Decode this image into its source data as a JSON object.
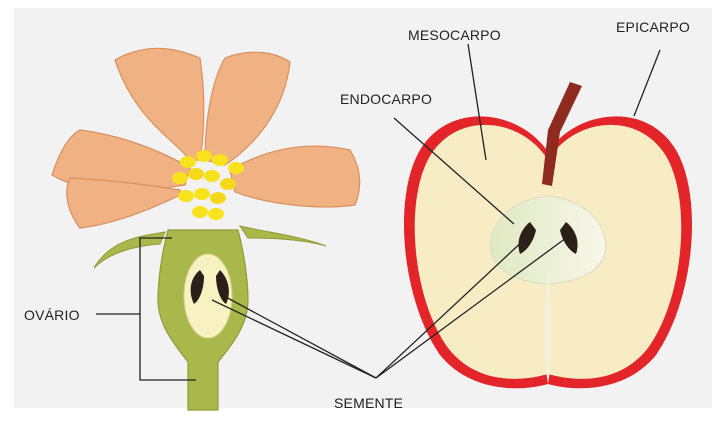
{
  "labels": {
    "mesocarpo": "MESOCARPO",
    "epicarpo": "EPICARPO",
    "endocarpo": "ENDOCARPO",
    "ovario": "OVÁRIO",
    "semente": "SEMENTE"
  },
  "colors": {
    "background": "#f2f2f2",
    "petal": "#f0b283",
    "petal_edge": "#d98f5c",
    "stamen": "#f7e21d",
    "stem": "#a9b84a",
    "ovary_inner": "#f8f2c2",
    "apple_skin": "#e3252a",
    "apple_flesh": "#f8ecc5",
    "apple_core": "#e6efcf",
    "apple_stem": "#8f2a1f",
    "seed": "#2b2018",
    "line": "#222222"
  }
}
